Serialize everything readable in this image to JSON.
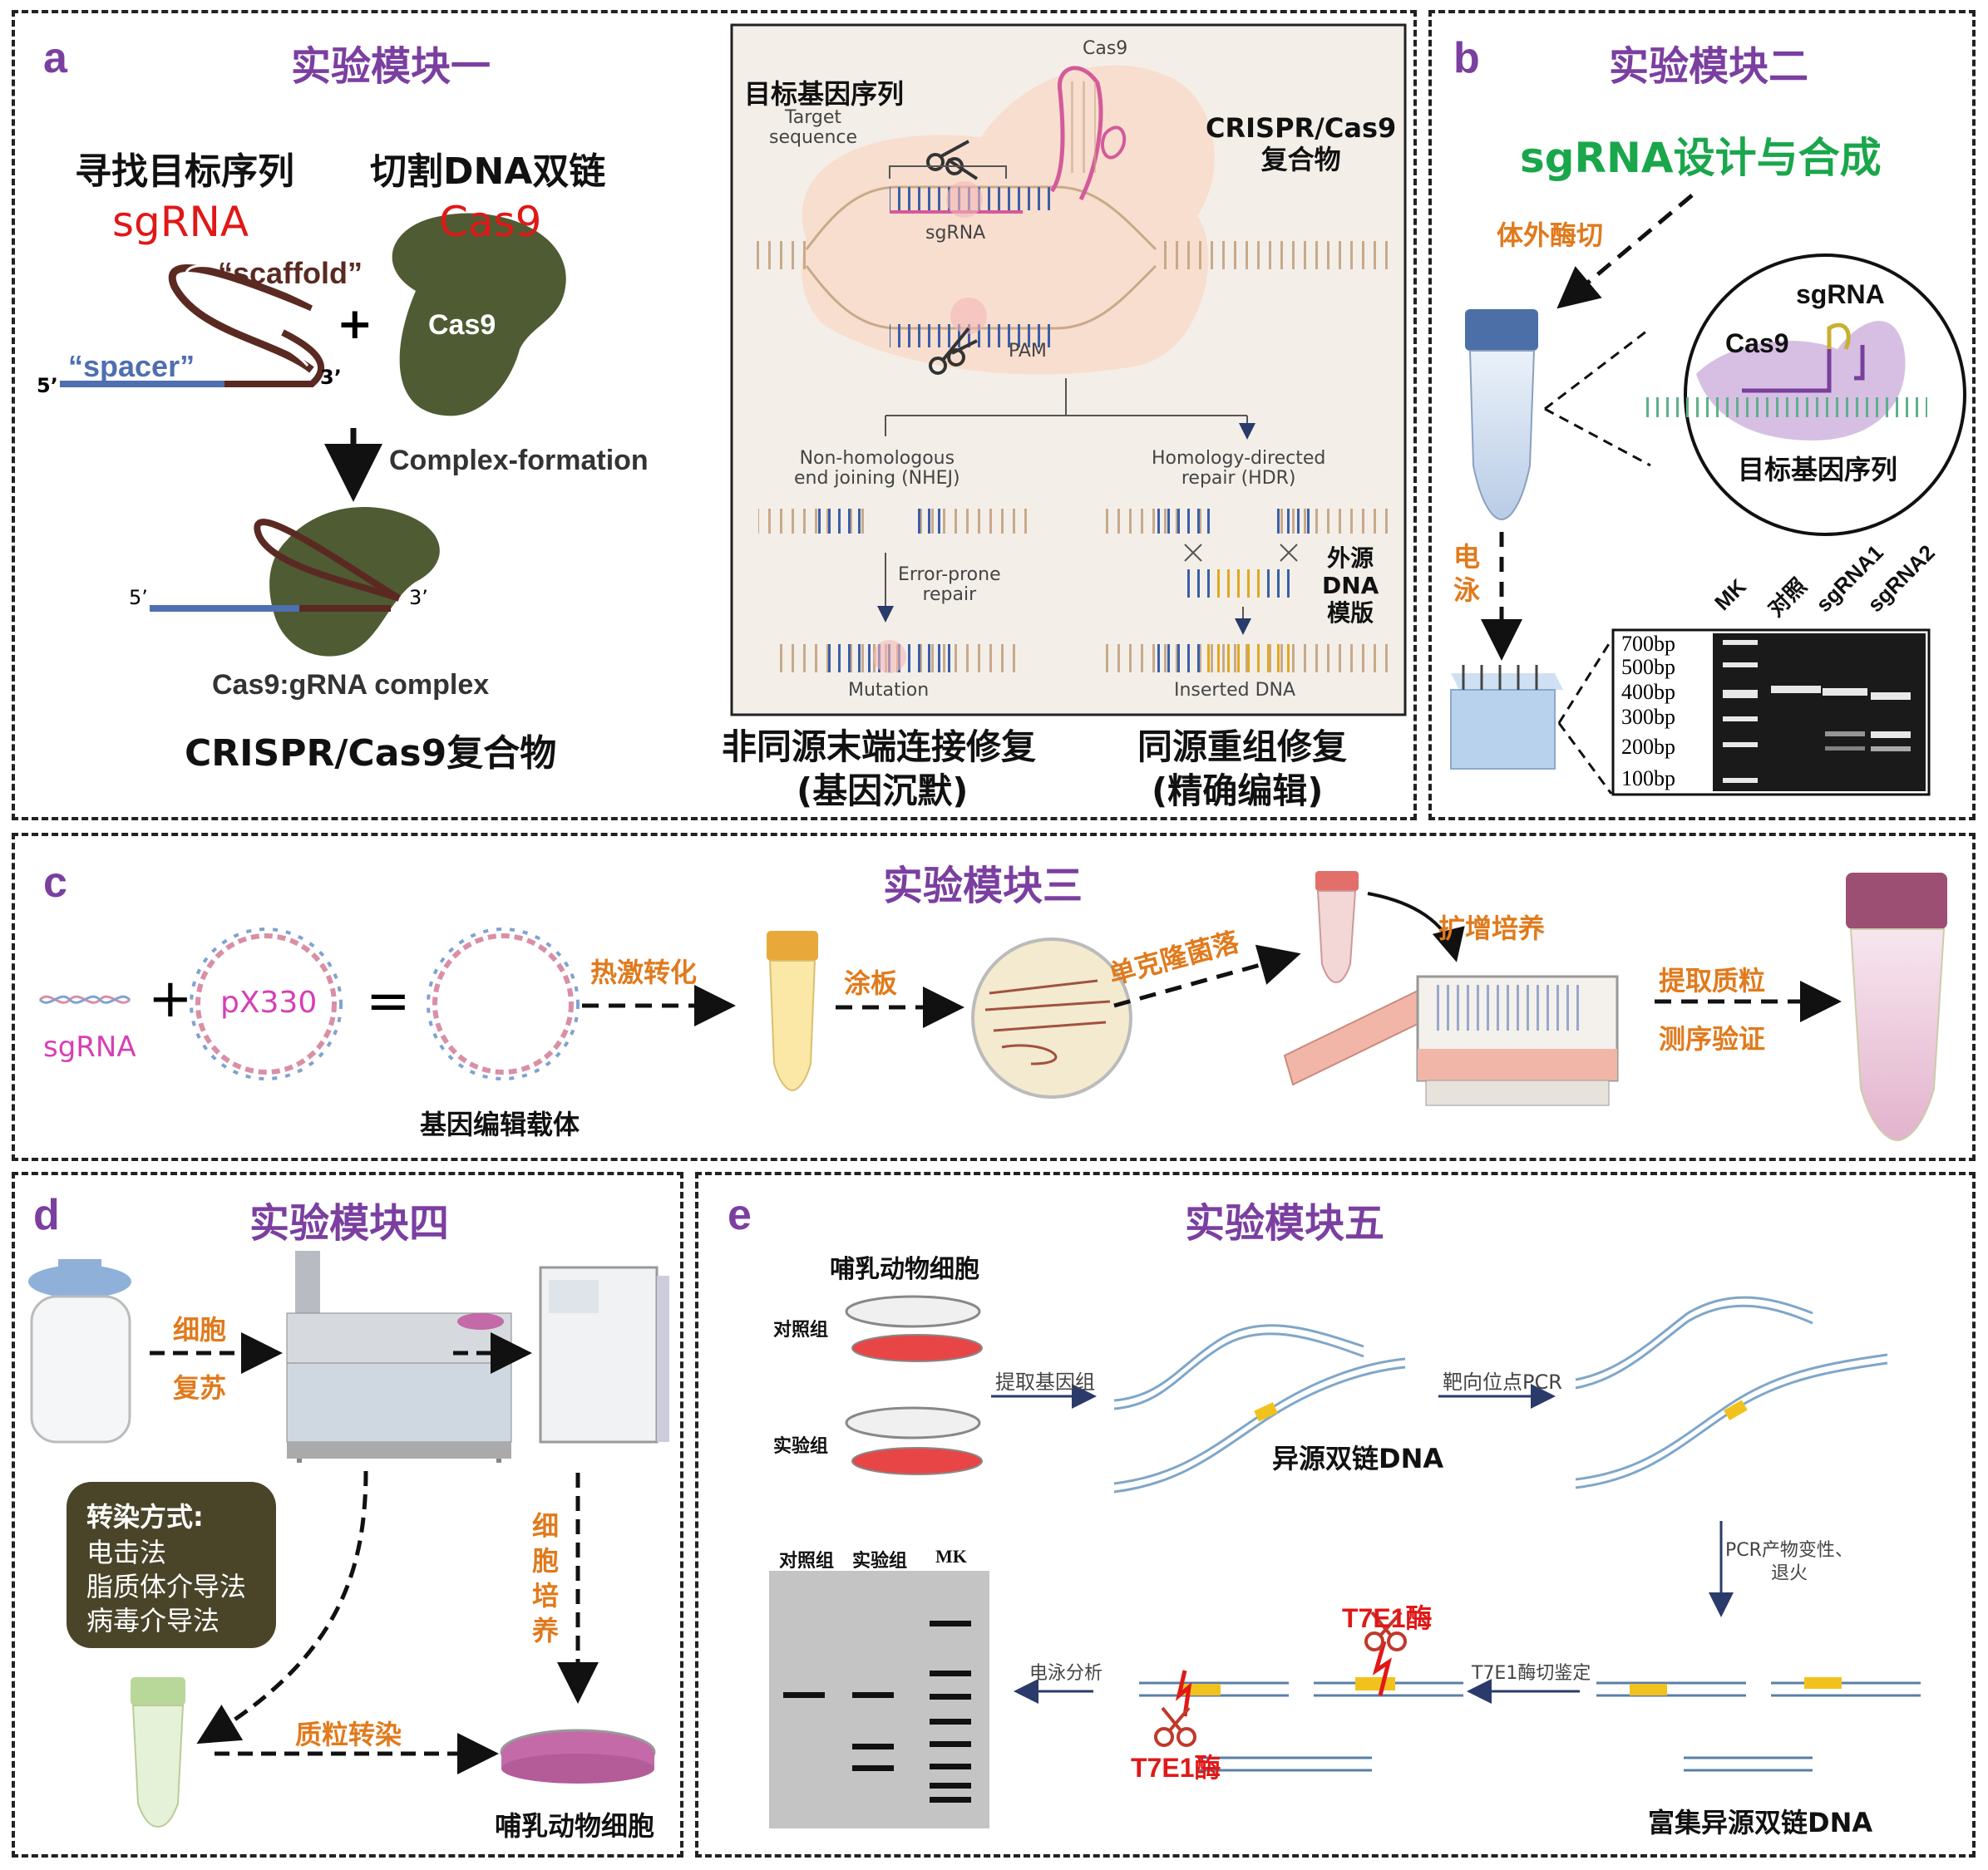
{
  "panel_a": {
    "letter": "a",
    "title": "实验模块一",
    "find_target": "寻找目标序列",
    "cut_dna": "切割DNA双链",
    "sgrna": "sgRNA",
    "cas9": "Cas9",
    "scaffold": "“scaffold”",
    "spacer": "“spacer”",
    "five_prime": "5’",
    "three_prime": "3’",
    "plus": "+",
    "cas9_blob": "Cas9",
    "complex_formation": "Complex-formation",
    "complex_label": "Cas9:gRNA complex",
    "crispr_complex": "CRISPR/Cas9复合物",
    "inset": {
      "cas9_top": "Cas9",
      "target_gene_seq": "目标基因序列",
      "target_sequence": "Target\nsequence",
      "crispr_complex_title": "CRISPR/Cas9\n复合物",
      "sgrna_small": "sgRNA",
      "pam": "PAM",
      "nhej": "Non-homologous\nend joining (NHEJ)",
      "hdr": "Homology-directed\nrepair (HDR)",
      "error_prone": "Error-prone\nrepair",
      "exogenous_dna": "外源\nDNA\n模版",
      "mutation": "Mutation",
      "inserted_dna": "Inserted DNA"
    },
    "nhej_cn": "非同源末端连接修复",
    "nhej_cn_sub": "(基因沉默)",
    "hdr_cn": "同源重组修复",
    "hdr_cn_sub": "(精确编辑)"
  },
  "panel_b": {
    "letter": "b",
    "title": "实验模块二",
    "subtitle": "sgRNA设计与合成",
    "in_vitro_cut": "体外酶切",
    "sgrna": "sgRNA",
    "cas9": "Cas9",
    "target_gene_seq": "目标基因序列",
    "electrophoresis": "电\n泳",
    "lanes": [
      "MK",
      "对照",
      "sgRNA1",
      "sgRNA2"
    ],
    "ladder": [
      "700bp",
      "500bp",
      "400bp",
      "300bp",
      "200bp",
      "100bp"
    ]
  },
  "panel_c": {
    "letter": "c",
    "title": "实验模块三",
    "sgrna": "sgRNA",
    "plus": "+",
    "px330": "pX330",
    "equals": "=",
    "vector": "基因编辑载体",
    "heat_shock": "热激转化",
    "plating": "涂板",
    "single_colony": "单克隆菌落",
    "expand_culture": "扩增培养",
    "extract_plasmid": "提取质粒",
    "sequencing": "测序验证"
  },
  "panel_d": {
    "letter": "d",
    "title": "实验模块四",
    "cell_revival_1": "细胞",
    "cell_revival_2": "复苏",
    "transfection_title": "转染方式:",
    "transfection_methods": [
      "电击法",
      "脂质体介导法",
      "病毒介导法"
    ],
    "cell_culture": "细\n胞\n培\n养",
    "plasmid_transfection": "质粒转染",
    "mammal_cells": "哺乳动物细胞"
  },
  "panel_e": {
    "letter": "e",
    "title": "实验模块五",
    "mammal_cells": "哺乳动物细胞",
    "control": "对照组",
    "experiment": "实验组",
    "extract_genome": "提取基因组",
    "target_pcr": "靶向位点PCR",
    "heteroduplex": "异源双链DNA",
    "pcr_denature": "PCR产物变性、\n退火",
    "t7e1": "T7E1酶",
    "t7e1_identify": "T7E1酶切鉴定",
    "electro_analysis": "电泳分析",
    "enriched": "富集异源双链DNA",
    "gel_lanes": [
      "对照组",
      "实验组",
      "MK"
    ]
  },
  "colors": {
    "purple": "#7b3fa0",
    "orange": "#e07a1c",
    "red": "#e01818",
    "green": "#1aa64b",
    "dna_blue": "#4e6fb0",
    "rna_brown": "#5a2a22",
    "cas9_green": "#4f5b33"
  }
}
